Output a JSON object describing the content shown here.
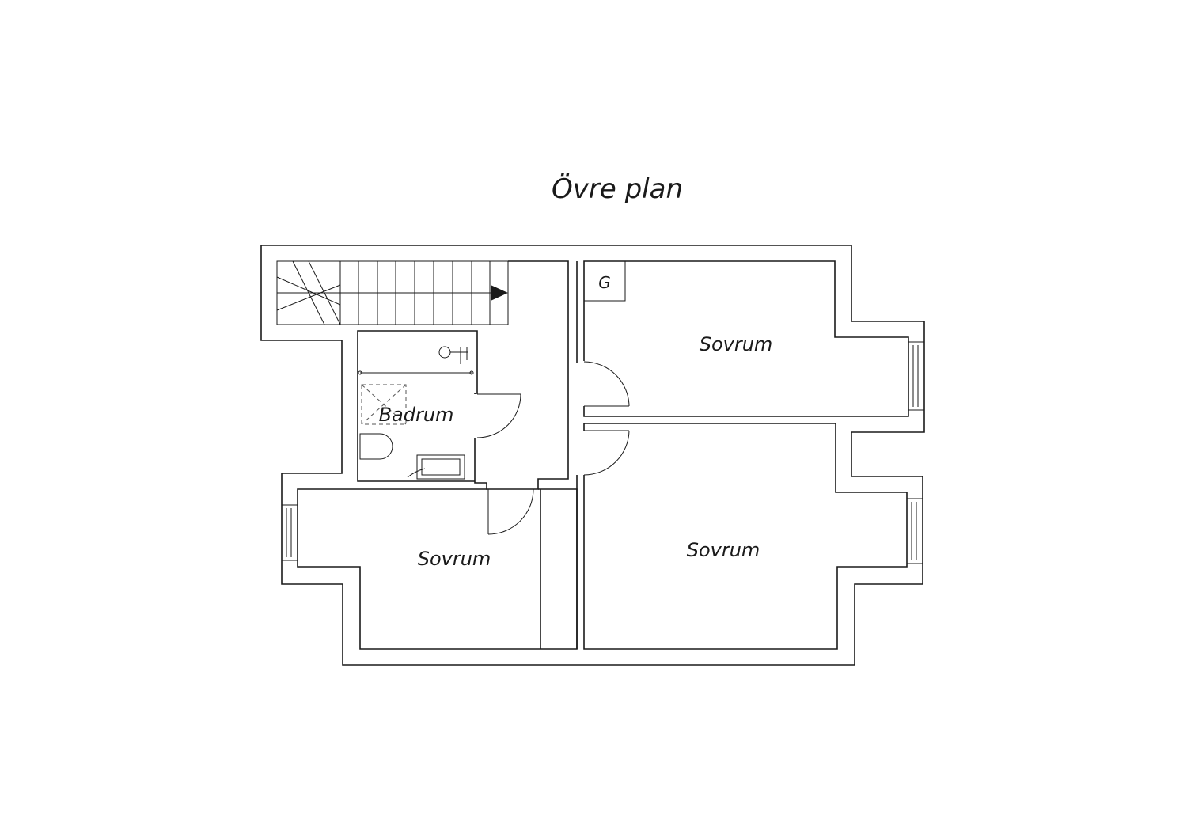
{
  "title": "Övre plan",
  "rooms": {
    "badrum": "Badrum",
    "sovrum_top_right": "Sovrum",
    "sovrum_bottom_left": "Sovrum",
    "sovrum_bottom_right": "Sovrum"
  },
  "closet_tag": "G",
  "colors": {
    "line": "#1a1a1a",
    "background": "#ffffff"
  }
}
